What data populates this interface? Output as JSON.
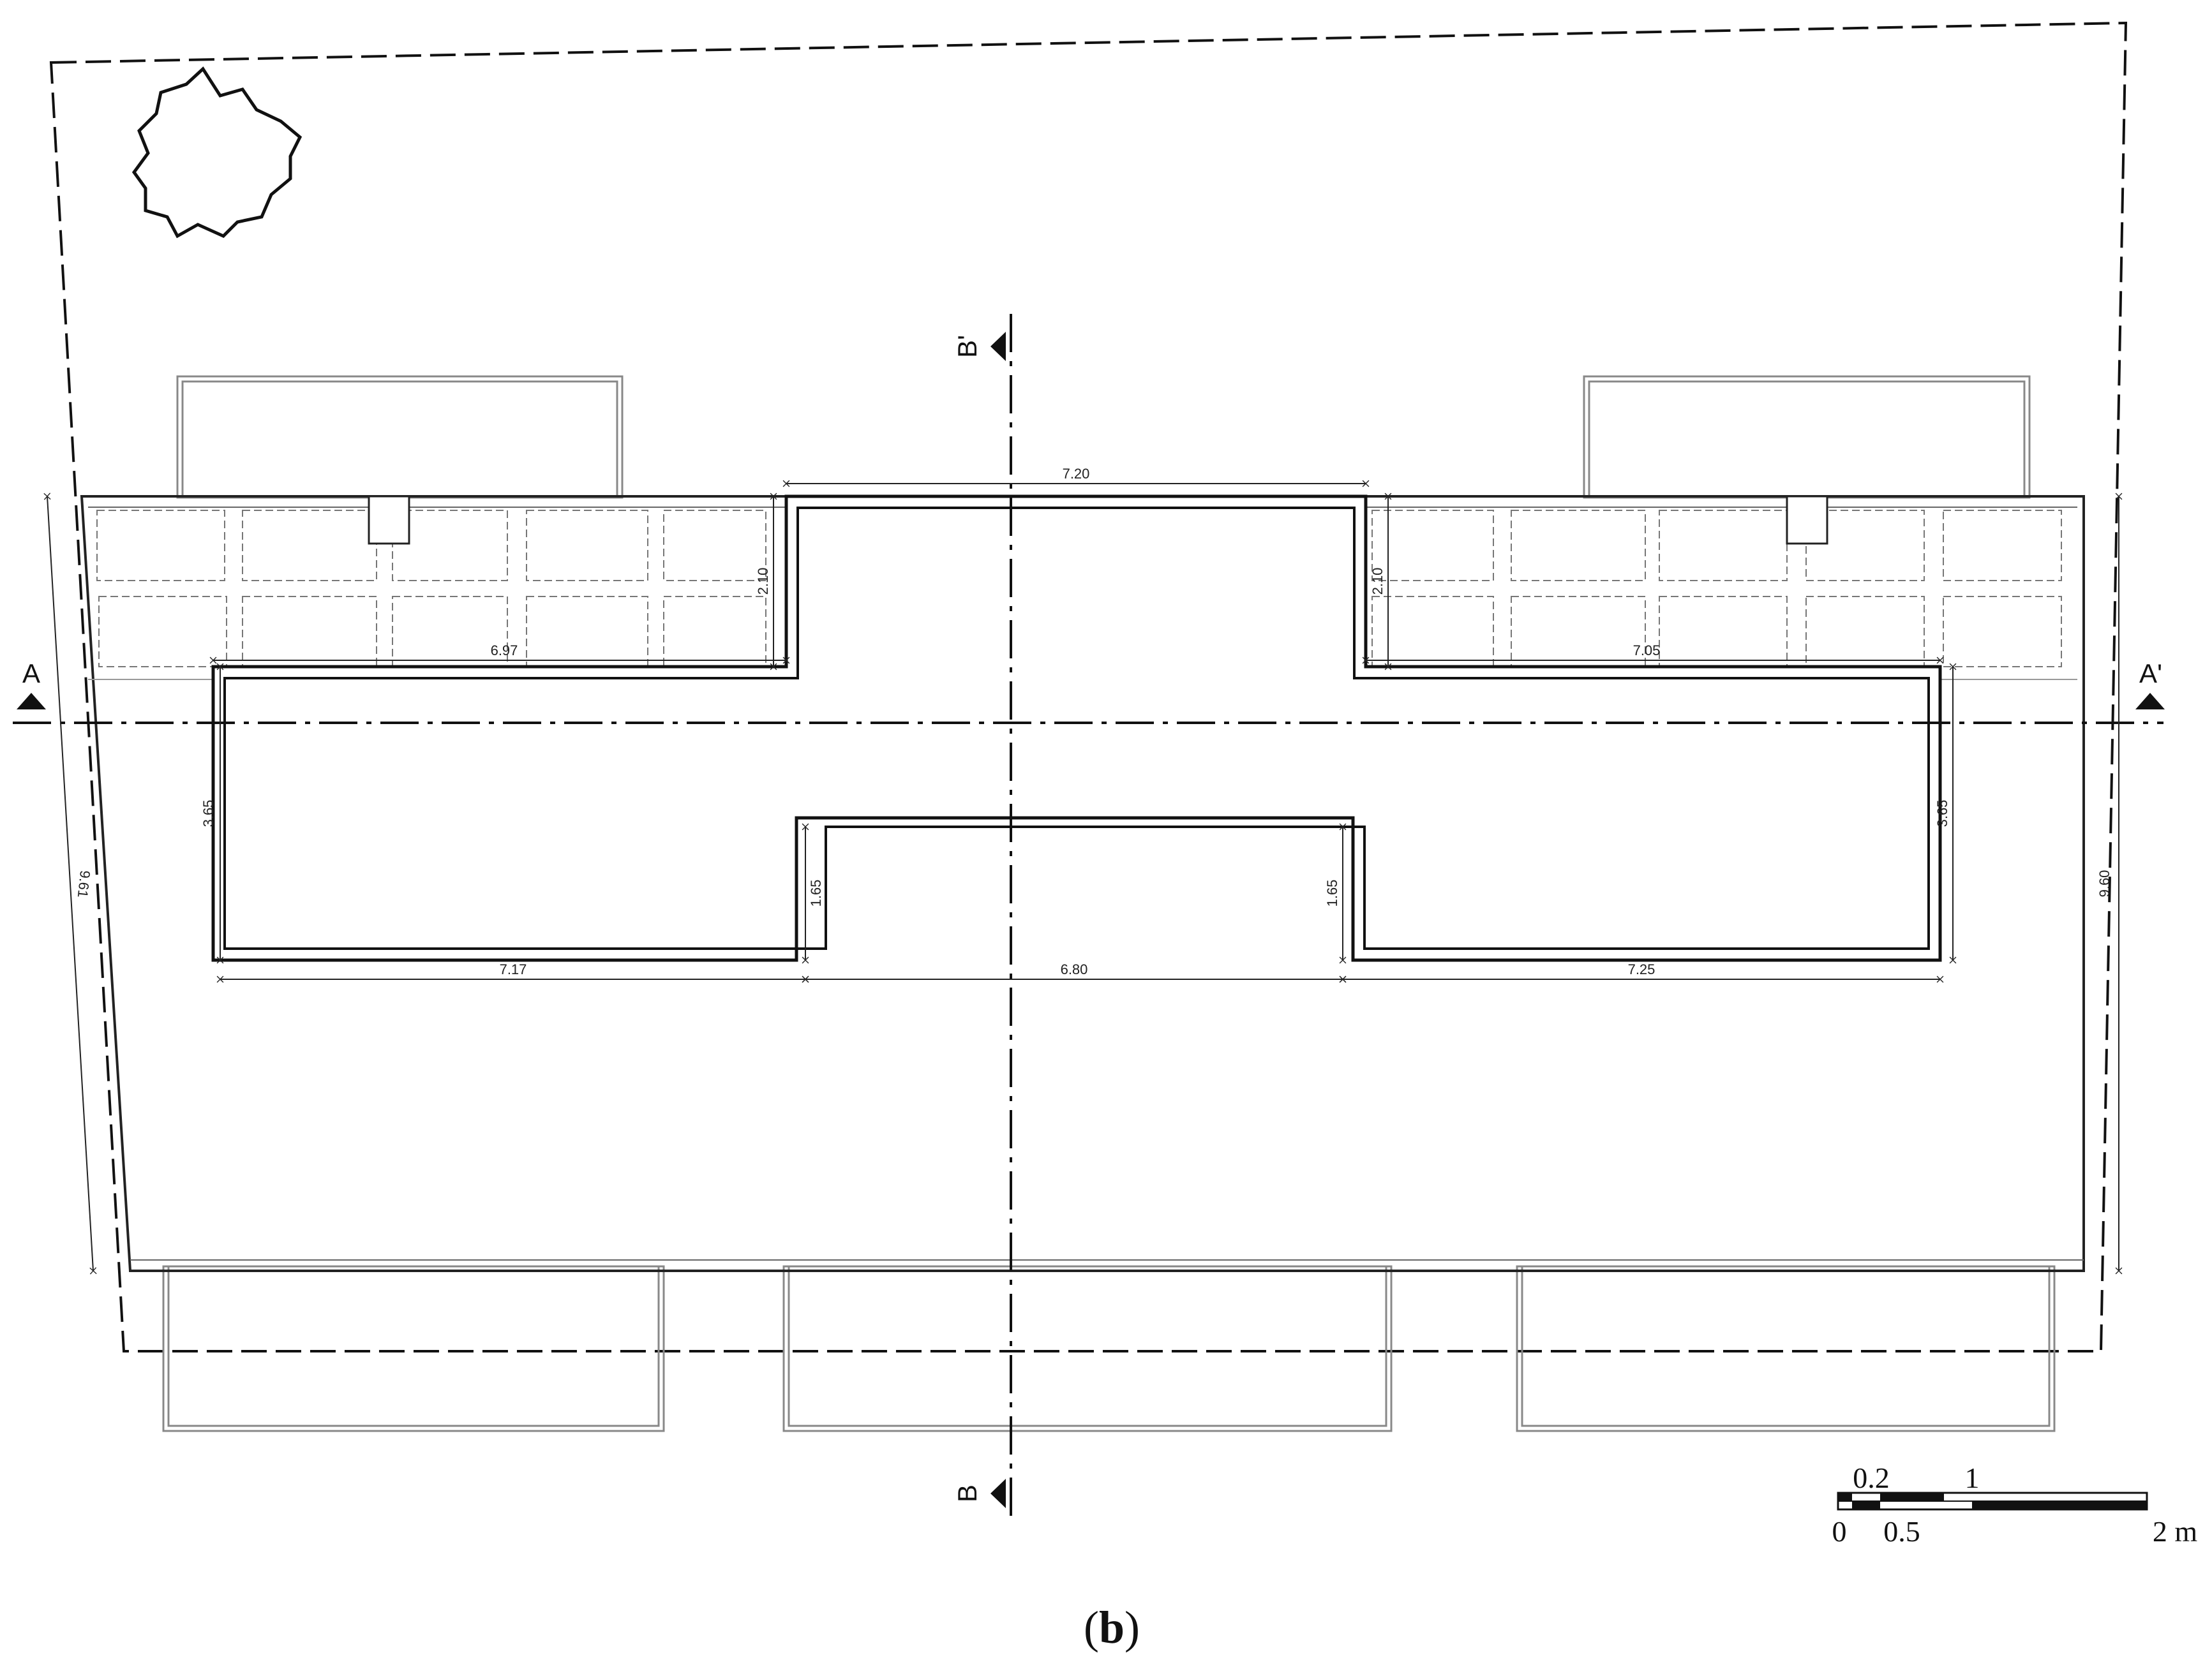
{
  "dimensions": {
    "north_wing_width": "7.20",
    "north_wing_left_depth": "2.10",
    "north_wing_right_depth": "2.10",
    "top_left_length": "6.97",
    "top_right_length": "7.05",
    "left_depth": "3.65",
    "right_depth": "3.65",
    "inner_left_depth": "1.65",
    "inner_right_depth": "1.65",
    "bottom_left_length": "7.17",
    "bottom_mid_length": "6.80",
    "bottom_right_length": "7.25",
    "site_left_side": "9.61",
    "site_right_side": "9.60"
  },
  "section_marks": {
    "a": "A",
    "a_prime": "A'",
    "b": "B",
    "b_prime": "B'"
  },
  "scale_bar": {
    "label_0": "0",
    "label_0_2": "0.2",
    "label_0_5": "0.5",
    "label_1": "1",
    "label_2m": "2 m"
  },
  "caption": {
    "open": "(",
    "letter": "b",
    "close": ")"
  }
}
